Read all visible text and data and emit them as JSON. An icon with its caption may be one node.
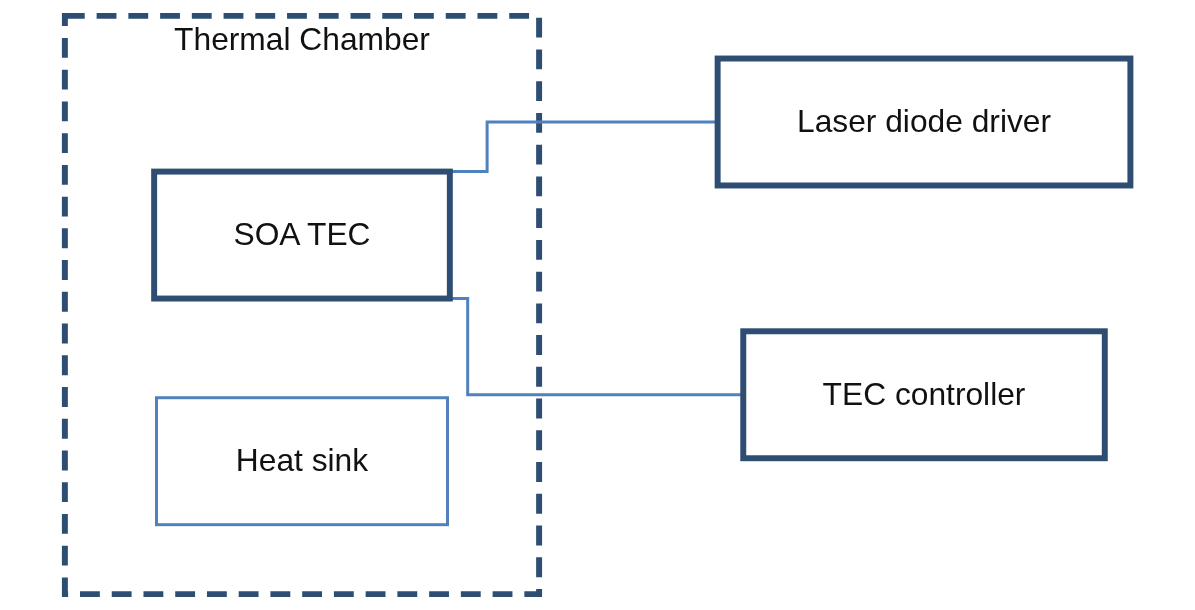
{
  "diagram": {
    "nodes": [
      {
        "text": [
          "Thermal Chamber"
        ]
      },
      {
        "text": [
          "SOA TEC"
        ],
        "in": 0
      },
      {
        "text": [
          "Heat sink"
        ],
        "in": 0
      },
      {
        "text": [
          "Laser diode driver"
        ]
      },
      {
        "text": [
          "TEC controller"
        ]
      }
    ],
    "edges": [
      {
        "from": 1,
        "to": 3,
        "arrow": "none"
      },
      {
        "from": 1,
        "to": 4,
        "arrow": "none"
      }
    ]
  }
}
